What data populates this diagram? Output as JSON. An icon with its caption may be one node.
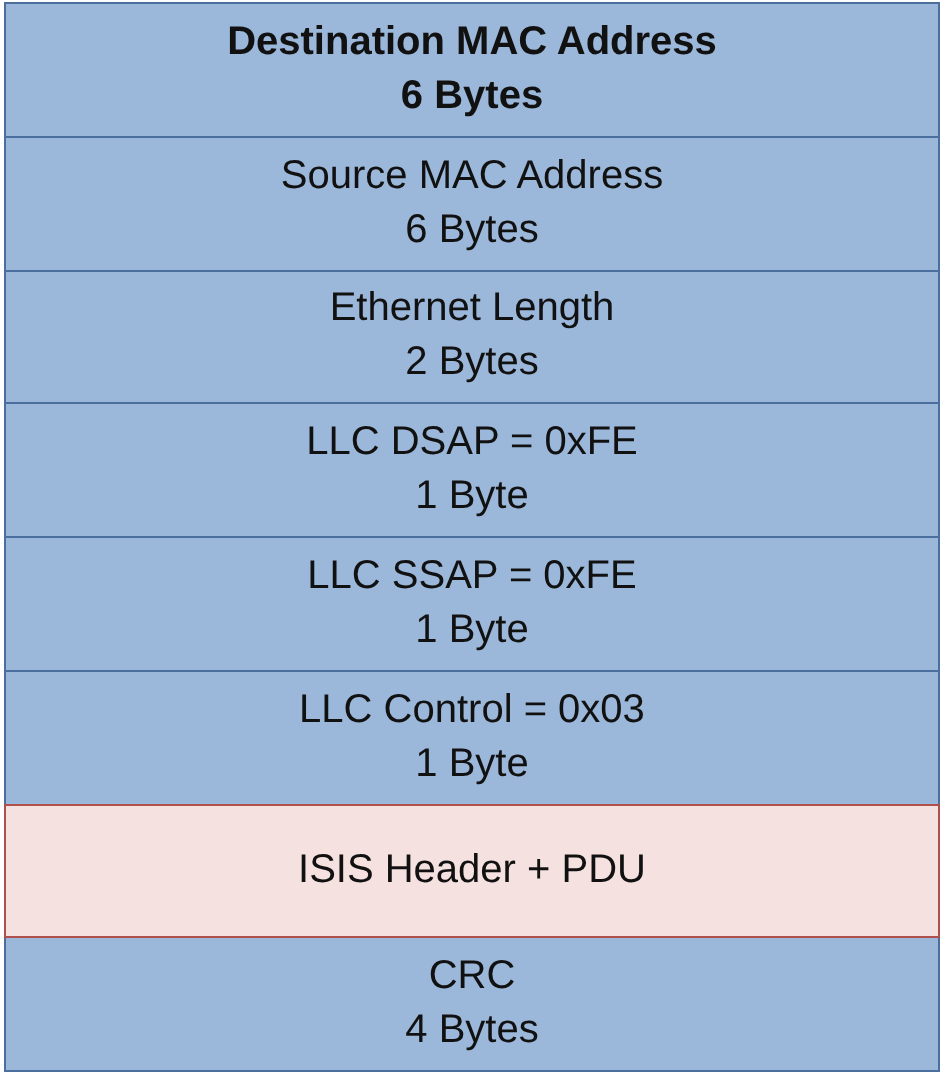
{
  "diagram": {
    "nodes": [
      {
        "text": [
          "Destination MAC Address",
          "6 Bytes"
        ]
      },
      {
        "text": [
          "Source MAC Address",
          "6 Bytes"
        ]
      },
      {
        "text": [
          "Ethernet Length",
          "2 Bytes"
        ]
      },
      {
        "text": [
          "LLC DSAP = 0xFE",
          "1 Byte"
        ]
      },
      {
        "text": [
          "LLC SSAP = 0xFE",
          "1 Byte"
        ]
      },
      {
        "text": [
          "LLC Control = 0x03",
          "1 Byte"
        ]
      },
      {
        "text": [
          "ISIS Header + PDU"
        ]
      },
      {
        "text": [
          "CRC",
          "4 Bytes"
        ]
      }
    ]
  }
}
